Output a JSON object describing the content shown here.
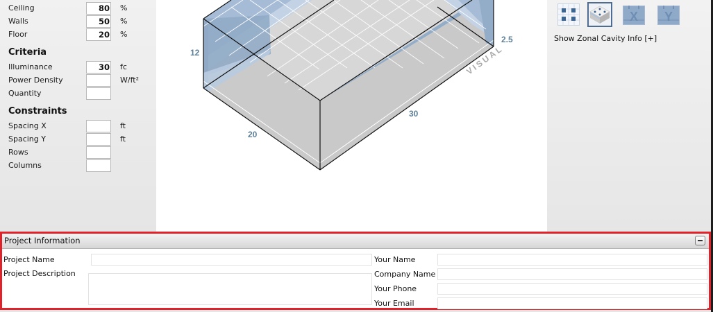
{
  "reflectances": {
    "rows": [
      {
        "label": "Ceiling",
        "value": "80",
        "unit": "%"
      },
      {
        "label": "Walls",
        "value": "50",
        "unit": "%"
      },
      {
        "label": "Floor",
        "value": "20",
        "unit": "%"
      }
    ]
  },
  "criteria": {
    "title": "Criteria",
    "rows": [
      {
        "label": "Illuminance",
        "value": "30",
        "unit": "fc"
      },
      {
        "label": "Power Density",
        "value": "",
        "unit": "W/ft²"
      },
      {
        "label": "Quantity",
        "value": "",
        "unit": ""
      }
    ]
  },
  "constraints": {
    "title": "Constraints",
    "rows": [
      {
        "label": "Spacing X",
        "value": "",
        "unit": "ft"
      },
      {
        "label": "Spacing Y",
        "value": "",
        "unit": "ft"
      },
      {
        "label": "Rows",
        "value": "",
        "unit": ""
      },
      {
        "label": "Columns",
        "value": "",
        "unit": ""
      }
    ]
  },
  "room_view": {
    "dimensions": {
      "height": "12",
      "width": "20",
      "length": "30",
      "workplane": "2.5"
    },
    "watermark": "VISUAL",
    "colors": {
      "wall_blue": "#8faac6",
      "floor_grey": "#c9c9c9",
      "edge": "#111111",
      "dim_text": "#5e7f96"
    }
  },
  "view_tools": {
    "buttons": [
      {
        "name": "plan-view",
        "selected": false
      },
      {
        "name": "3d-view",
        "selected": true
      },
      {
        "name": "x-section",
        "selected": false
      },
      {
        "name": "y-section",
        "selected": false
      }
    ],
    "zonal_link": "Show Zonal Cavity Info [+]"
  },
  "project_info": {
    "title": "Project Information",
    "accent": "#e0232a",
    "fields": {
      "project_name": {
        "label": "Project Name",
        "value": ""
      },
      "project_description": {
        "label": "Project Description",
        "value": ""
      },
      "your_name": {
        "label": "Your Name",
        "value": ""
      },
      "company_name": {
        "label": "Company Name",
        "value": ""
      },
      "your_phone": {
        "label": "Your Phone",
        "value": ""
      },
      "your_email": {
        "label": "Your Email",
        "value": ""
      }
    }
  }
}
